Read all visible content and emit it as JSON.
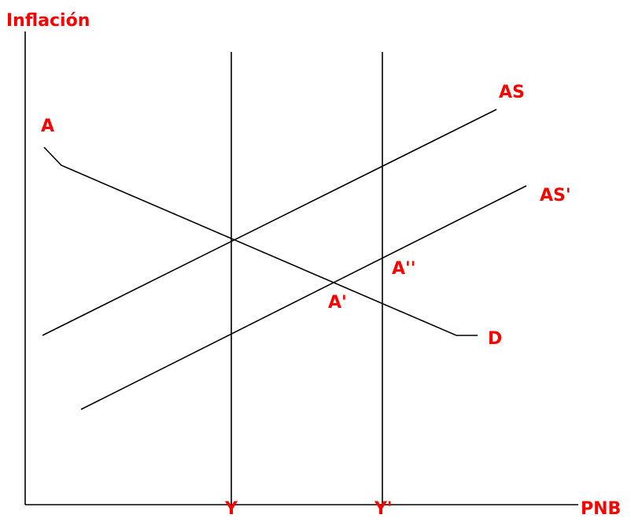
{
  "diagram": {
    "y_axis_label": "Inflación",
    "x_axis_label": "PNB",
    "x_ticks": {
      "y": "Y",
      "y_prime": "Y'"
    },
    "curves": {
      "demand_start": "A",
      "demand_end": "D",
      "supply": "AS",
      "supply_shifted": "AS'"
    },
    "points": {
      "a_prime": "A'",
      "a_double_prime": "A''"
    }
  },
  "colors": {
    "label": "#ff0000",
    "line": "#000000",
    "background": "#ffffff"
  }
}
